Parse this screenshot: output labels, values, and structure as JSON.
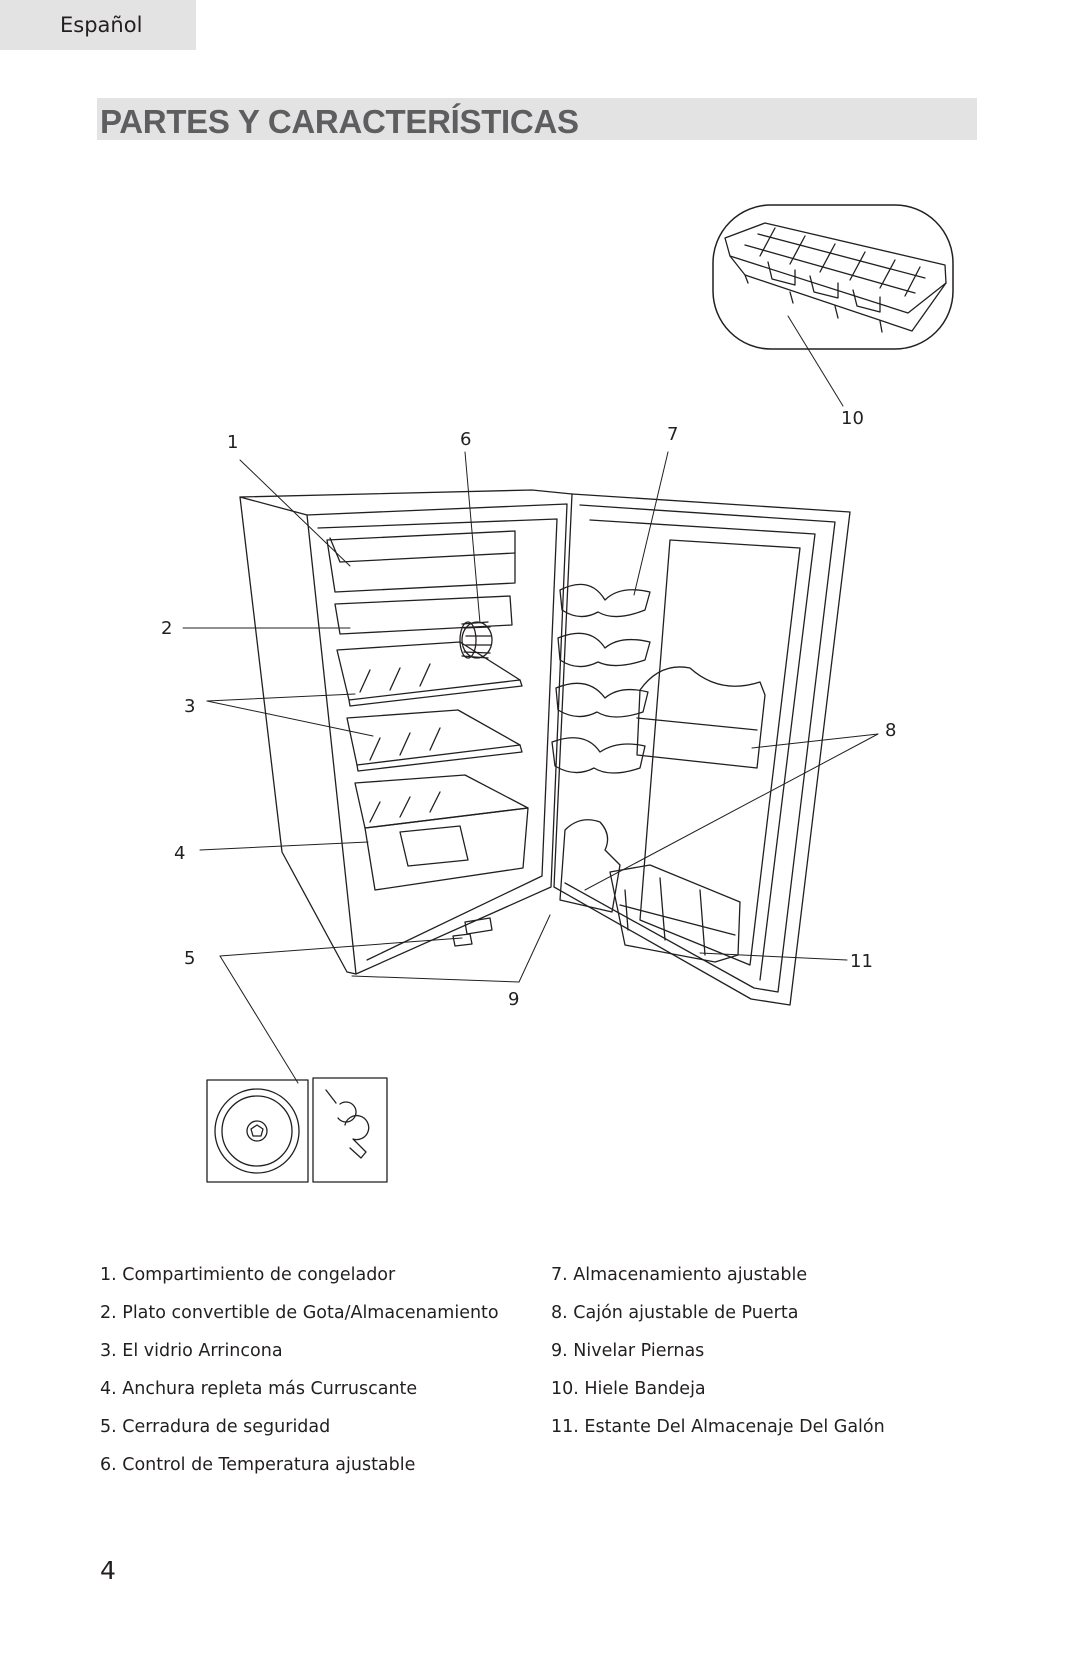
{
  "header": {
    "language_tab": "Español",
    "title": "PARTES Y CARACTERÍSTICAS"
  },
  "diagram": {
    "callouts": [
      "1",
      "2",
      "3",
      "4",
      "5",
      "6",
      "7",
      "8",
      "9",
      "10",
      "11"
    ]
  },
  "legend": {
    "left_column": [
      "1. Compartimiento de congelador",
      "2. Plato convertible de Gota/Almacenamiento",
      "3. El vidrio Arrincona",
      "4. Anchura repleta más Curruscante",
      "5. Cerradura de seguridad",
      "6. Control de Temperatura ajustable"
    ],
    "right_column": [
      "7. Almacenamiento ajustable",
      "8. Cajón ajustable de Puerta",
      "9. Nivelar Piernas",
      "10. Hiele Bandeja",
      "11. Estante Del Almacenaje Del Galón"
    ]
  },
  "footer": {
    "page_number": "4"
  }
}
